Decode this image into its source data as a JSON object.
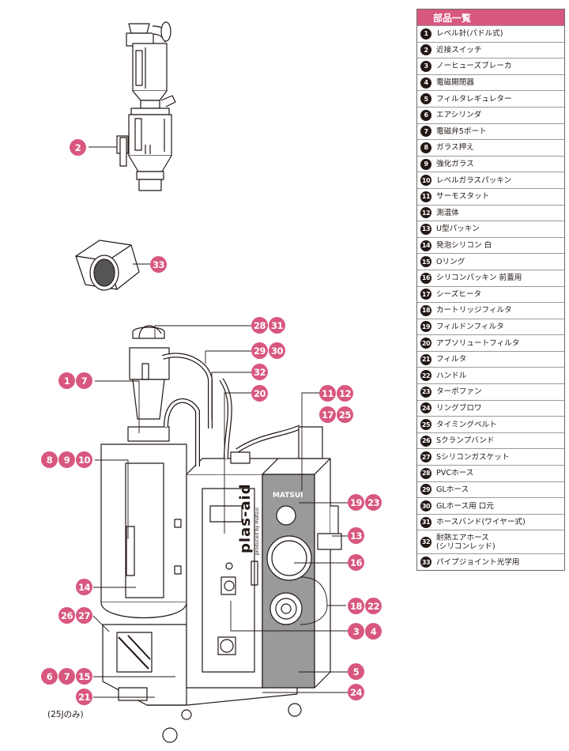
{
  "colors": {
    "accent": "#d8577f",
    "panel_gray": "#9a9a9a"
  },
  "diagram": {
    "brand": "plas-aid",
    "brand_sub": "produced by matsui",
    "maker": "MATSUI",
    "note": "(25Jのみ)",
    "callouts": [
      {
        "id": "c2",
        "nums": [
          "2"
        ]
      },
      {
        "id": "c33",
        "nums": [
          "33"
        ]
      },
      {
        "id": "c2831",
        "nums": [
          "28",
          "31"
        ]
      },
      {
        "id": "c2930",
        "nums": [
          "29",
          "30"
        ]
      },
      {
        "id": "c17",
        "nums": [
          "1",
          "7"
        ]
      },
      {
        "id": "c32",
        "nums": [
          "32"
        ]
      },
      {
        "id": "c20",
        "nums": [
          "20"
        ]
      },
      {
        "id": "c1112",
        "nums": [
          "11",
          "12"
        ]
      },
      {
        "id": "c1725",
        "nums": [
          "17",
          "25"
        ]
      },
      {
        "id": "c8910",
        "nums": [
          "8",
          "9",
          "10"
        ]
      },
      {
        "id": "c1923",
        "nums": [
          "19",
          "23"
        ]
      },
      {
        "id": "c13",
        "nums": [
          "13"
        ]
      },
      {
        "id": "c16",
        "nums": [
          "16"
        ]
      },
      {
        "id": "c14",
        "nums": [
          "14"
        ]
      },
      {
        "id": "c1822",
        "nums": [
          "18",
          "22"
        ]
      },
      {
        "id": "c2627",
        "nums": [
          "26",
          "27"
        ]
      },
      {
        "id": "c34",
        "nums": [
          "3",
          "4"
        ]
      },
      {
        "id": "c6715",
        "nums": [
          "6",
          "7",
          "15"
        ]
      },
      {
        "id": "c5",
        "nums": [
          "5"
        ]
      },
      {
        "id": "c21",
        "nums": [
          "21"
        ]
      },
      {
        "id": "c24",
        "nums": [
          "24"
        ]
      }
    ]
  },
  "legend": {
    "title": "部品一覧",
    "items": [
      {
        "num": "1",
        "label": "レベル計(パドル式)"
      },
      {
        "num": "2",
        "label": "近接スイッチ"
      },
      {
        "num": "3",
        "label": "ノーヒューズブレーカ"
      },
      {
        "num": "4",
        "label": "電磁開閉器"
      },
      {
        "num": "5",
        "label": "フィルタレギュレター"
      },
      {
        "num": "6",
        "label": "エアシリンダ"
      },
      {
        "num": "7",
        "label": "電磁弁5ポート"
      },
      {
        "num": "8",
        "label": "ガラス押え"
      },
      {
        "num": "9",
        "label": "強化ガラス"
      },
      {
        "num": "10",
        "label": "レベルガラスパッキン"
      },
      {
        "num": "11",
        "label": "サーモスタット"
      },
      {
        "num": "12",
        "label": "測温体"
      },
      {
        "num": "13",
        "label": "U型パッキン"
      },
      {
        "num": "14",
        "label": "発泡シリコン 白"
      },
      {
        "num": "15",
        "label": "Oリング"
      },
      {
        "num": "16",
        "label": "シリコンパッキン 前蓋用"
      },
      {
        "num": "17",
        "label": "シーズヒータ"
      },
      {
        "num": "18",
        "label": "カートリッジフィルタ"
      },
      {
        "num": "19",
        "label": "フィルドンフィルタ"
      },
      {
        "num": "20",
        "label": "アブソリュートフィルタ"
      },
      {
        "num": "21",
        "label": "フィルタ"
      },
      {
        "num": "22",
        "label": "ハンドル"
      },
      {
        "num": "23",
        "label": "ターボファン"
      },
      {
        "num": "24",
        "label": "リングブロワ"
      },
      {
        "num": "25",
        "label": "タイミングベルト"
      },
      {
        "num": "26",
        "label": "Sクランプバンド"
      },
      {
        "num": "27",
        "label": "Sシリコンガスケット"
      },
      {
        "num": "28",
        "label": "PVCホース"
      },
      {
        "num": "29",
        "label": "GLホース"
      },
      {
        "num": "30",
        "label": "GLホース用 口元"
      },
      {
        "num": "31",
        "label": "ホースバンド(ワイヤー式)"
      },
      {
        "num": "32",
        "label": "耐熱エアホース\n(シリコンレッド)"
      },
      {
        "num": "33",
        "label": "パイプジョイント光学用"
      }
    ]
  }
}
